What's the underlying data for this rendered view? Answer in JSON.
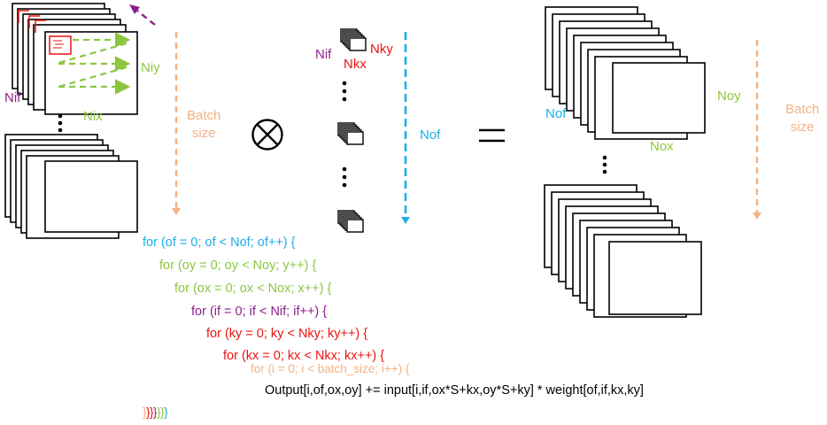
{
  "colors": {
    "of": "#1ab0e8",
    "spatial": "#8cc63f",
    "if": "#8e1e8e",
    "kernel": "#ee1111",
    "batch": "#f4b183",
    "black": "#000000"
  },
  "input": {
    "nif": "Nif",
    "niy": "Niy",
    "nix": "Nix",
    "batch_size": "Batch\nsize"
  },
  "kernel": {
    "nif": "Nif",
    "nky": "Nky",
    "nkx": "Nkx",
    "nof": "Nof"
  },
  "output": {
    "nof": "Nof",
    "noy": "Noy",
    "nox": "Nox",
    "batch_size": "Batch\nsize"
  },
  "operators": {
    "convolve": "⊗",
    "equals": "="
  },
  "code": {
    "line1": "for (of = 0; of < Nof; of++) {",
    "line2": "for (oy = 0; oy < Noy; y++) {",
    "line3": "for (ox = 0; ox < Nox; x++) {",
    "line4": "for (if = 0; if < Nif; if++) {",
    "line5": "for (ky = 0; ky < Nky; ky++) {",
    "line6": "for (kx = 0; kx < Nkx; kx++) {",
    "line7": "for (i = 0; i < batch_size; i++) {",
    "line8": "Output[i,of,ox,oy] += input[i,if,ox*S+kx,oy*S+ky] * weight[of,if,kx,ky]",
    "closing": [
      "}",
      "}",
      "}",
      "}",
      "}",
      "}",
      "}"
    ]
  }
}
